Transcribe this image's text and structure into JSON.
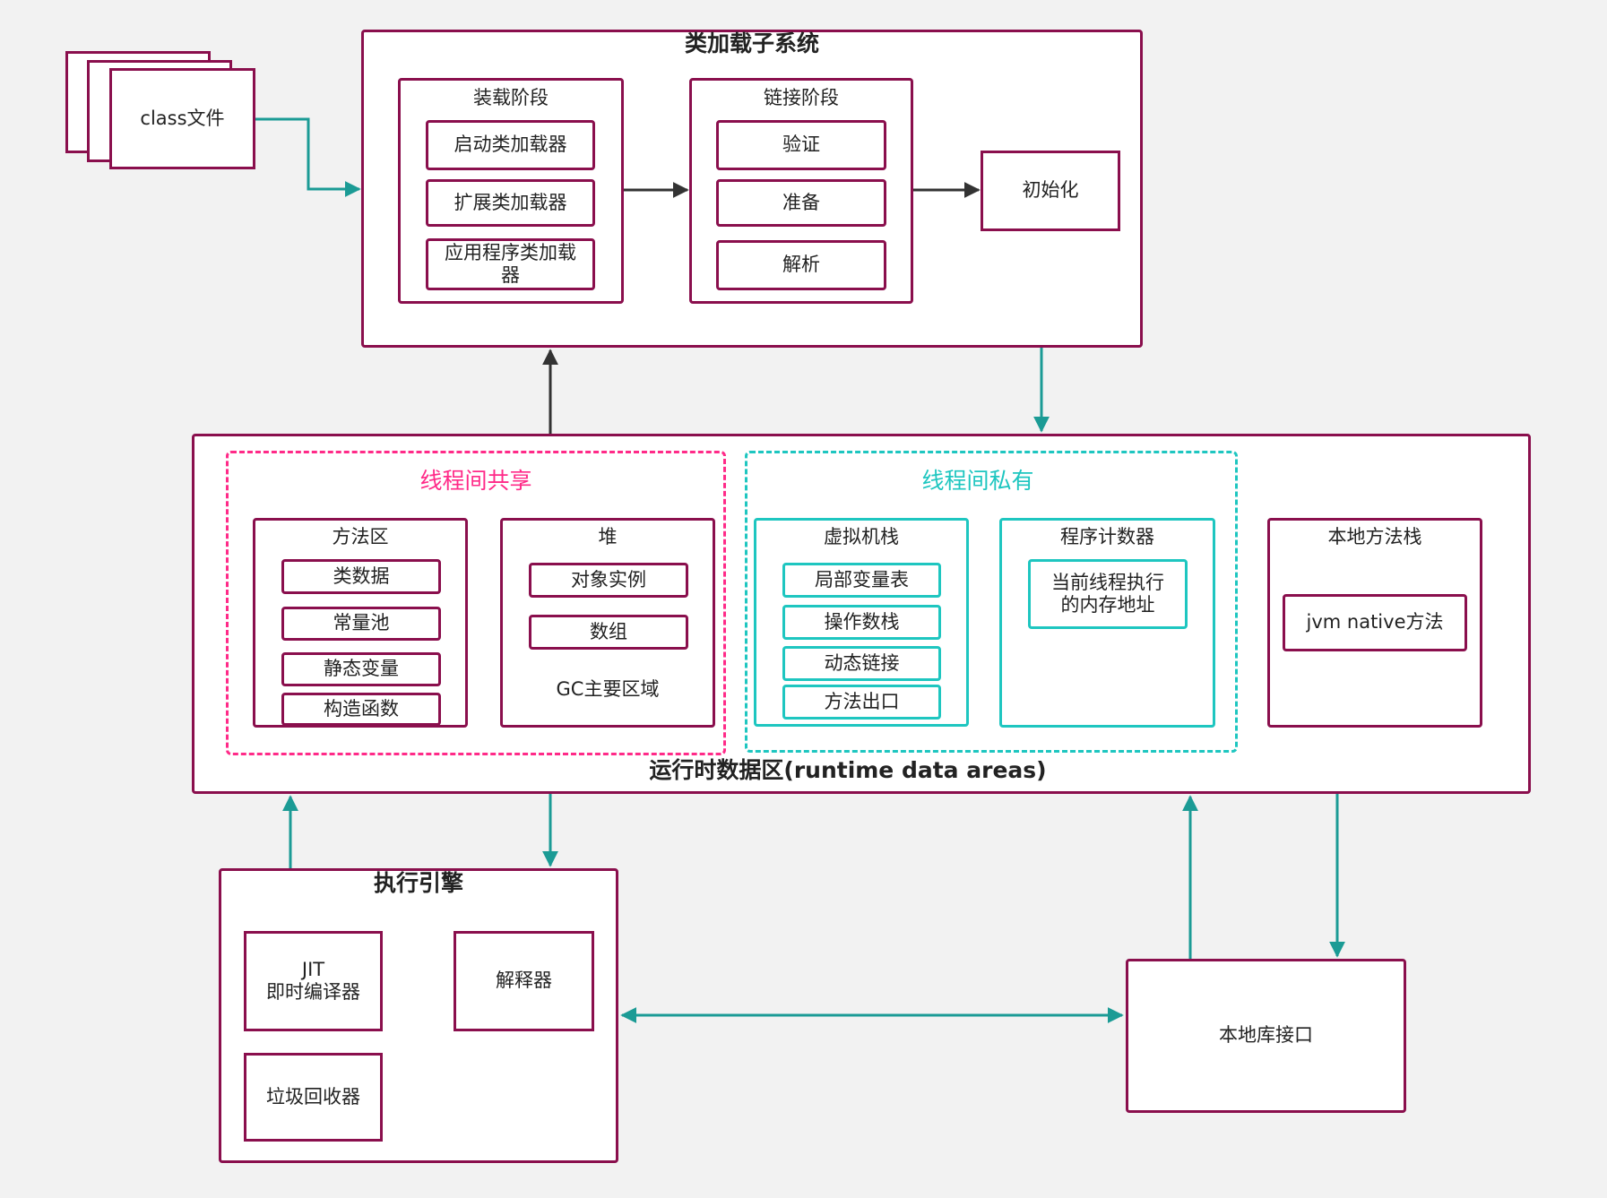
{
  "class_file": {
    "label": "class文件"
  },
  "class_loader": {
    "title": "类加载子系统",
    "loading": {
      "title": "装载阶段",
      "items": [
        "启动类加载器",
        "扩展类加载器",
        "应用程序类加载器"
      ]
    },
    "linking": {
      "title": "链接阶段",
      "items": [
        "验证",
        "准备",
        "解析"
      ]
    },
    "init": "初始化"
  },
  "runtime": {
    "title": "运行时数据区(runtime data areas)",
    "shared": {
      "title": "线程间共享",
      "method_area": {
        "title": "方法区",
        "items": [
          "类数据",
          "常量池",
          "静态变量",
          "构造函数"
        ]
      },
      "heap": {
        "title": "堆",
        "items": [
          "对象实例",
          "数组"
        ],
        "note": "GC主要区域"
      }
    },
    "private": {
      "title": "线程间私有",
      "vm_stack": {
        "title": "虚拟机栈",
        "items": [
          "局部变量表",
          "操作数栈",
          "动态链接",
          "方法出口"
        ]
      },
      "pc": {
        "title": "程序计数器",
        "detail": "当前线程执行的内存地址"
      }
    },
    "native_stack": {
      "title": "本地方法栈",
      "item": "jvm native方法"
    }
  },
  "engine": {
    "title": "执行引擎",
    "jit_line1": "JIT",
    "jit_line2": "即时编译器",
    "interpreter": "解释器",
    "gc": "垃圾回收器"
  },
  "native_interface": {
    "label": "本地库接口"
  },
  "colors": {
    "border": "#8a0f4d",
    "teal": "#1ec6c0",
    "pink": "#ff2a88",
    "arrow_teal": "#1b9b95",
    "arrow_dark": "#333333"
  }
}
